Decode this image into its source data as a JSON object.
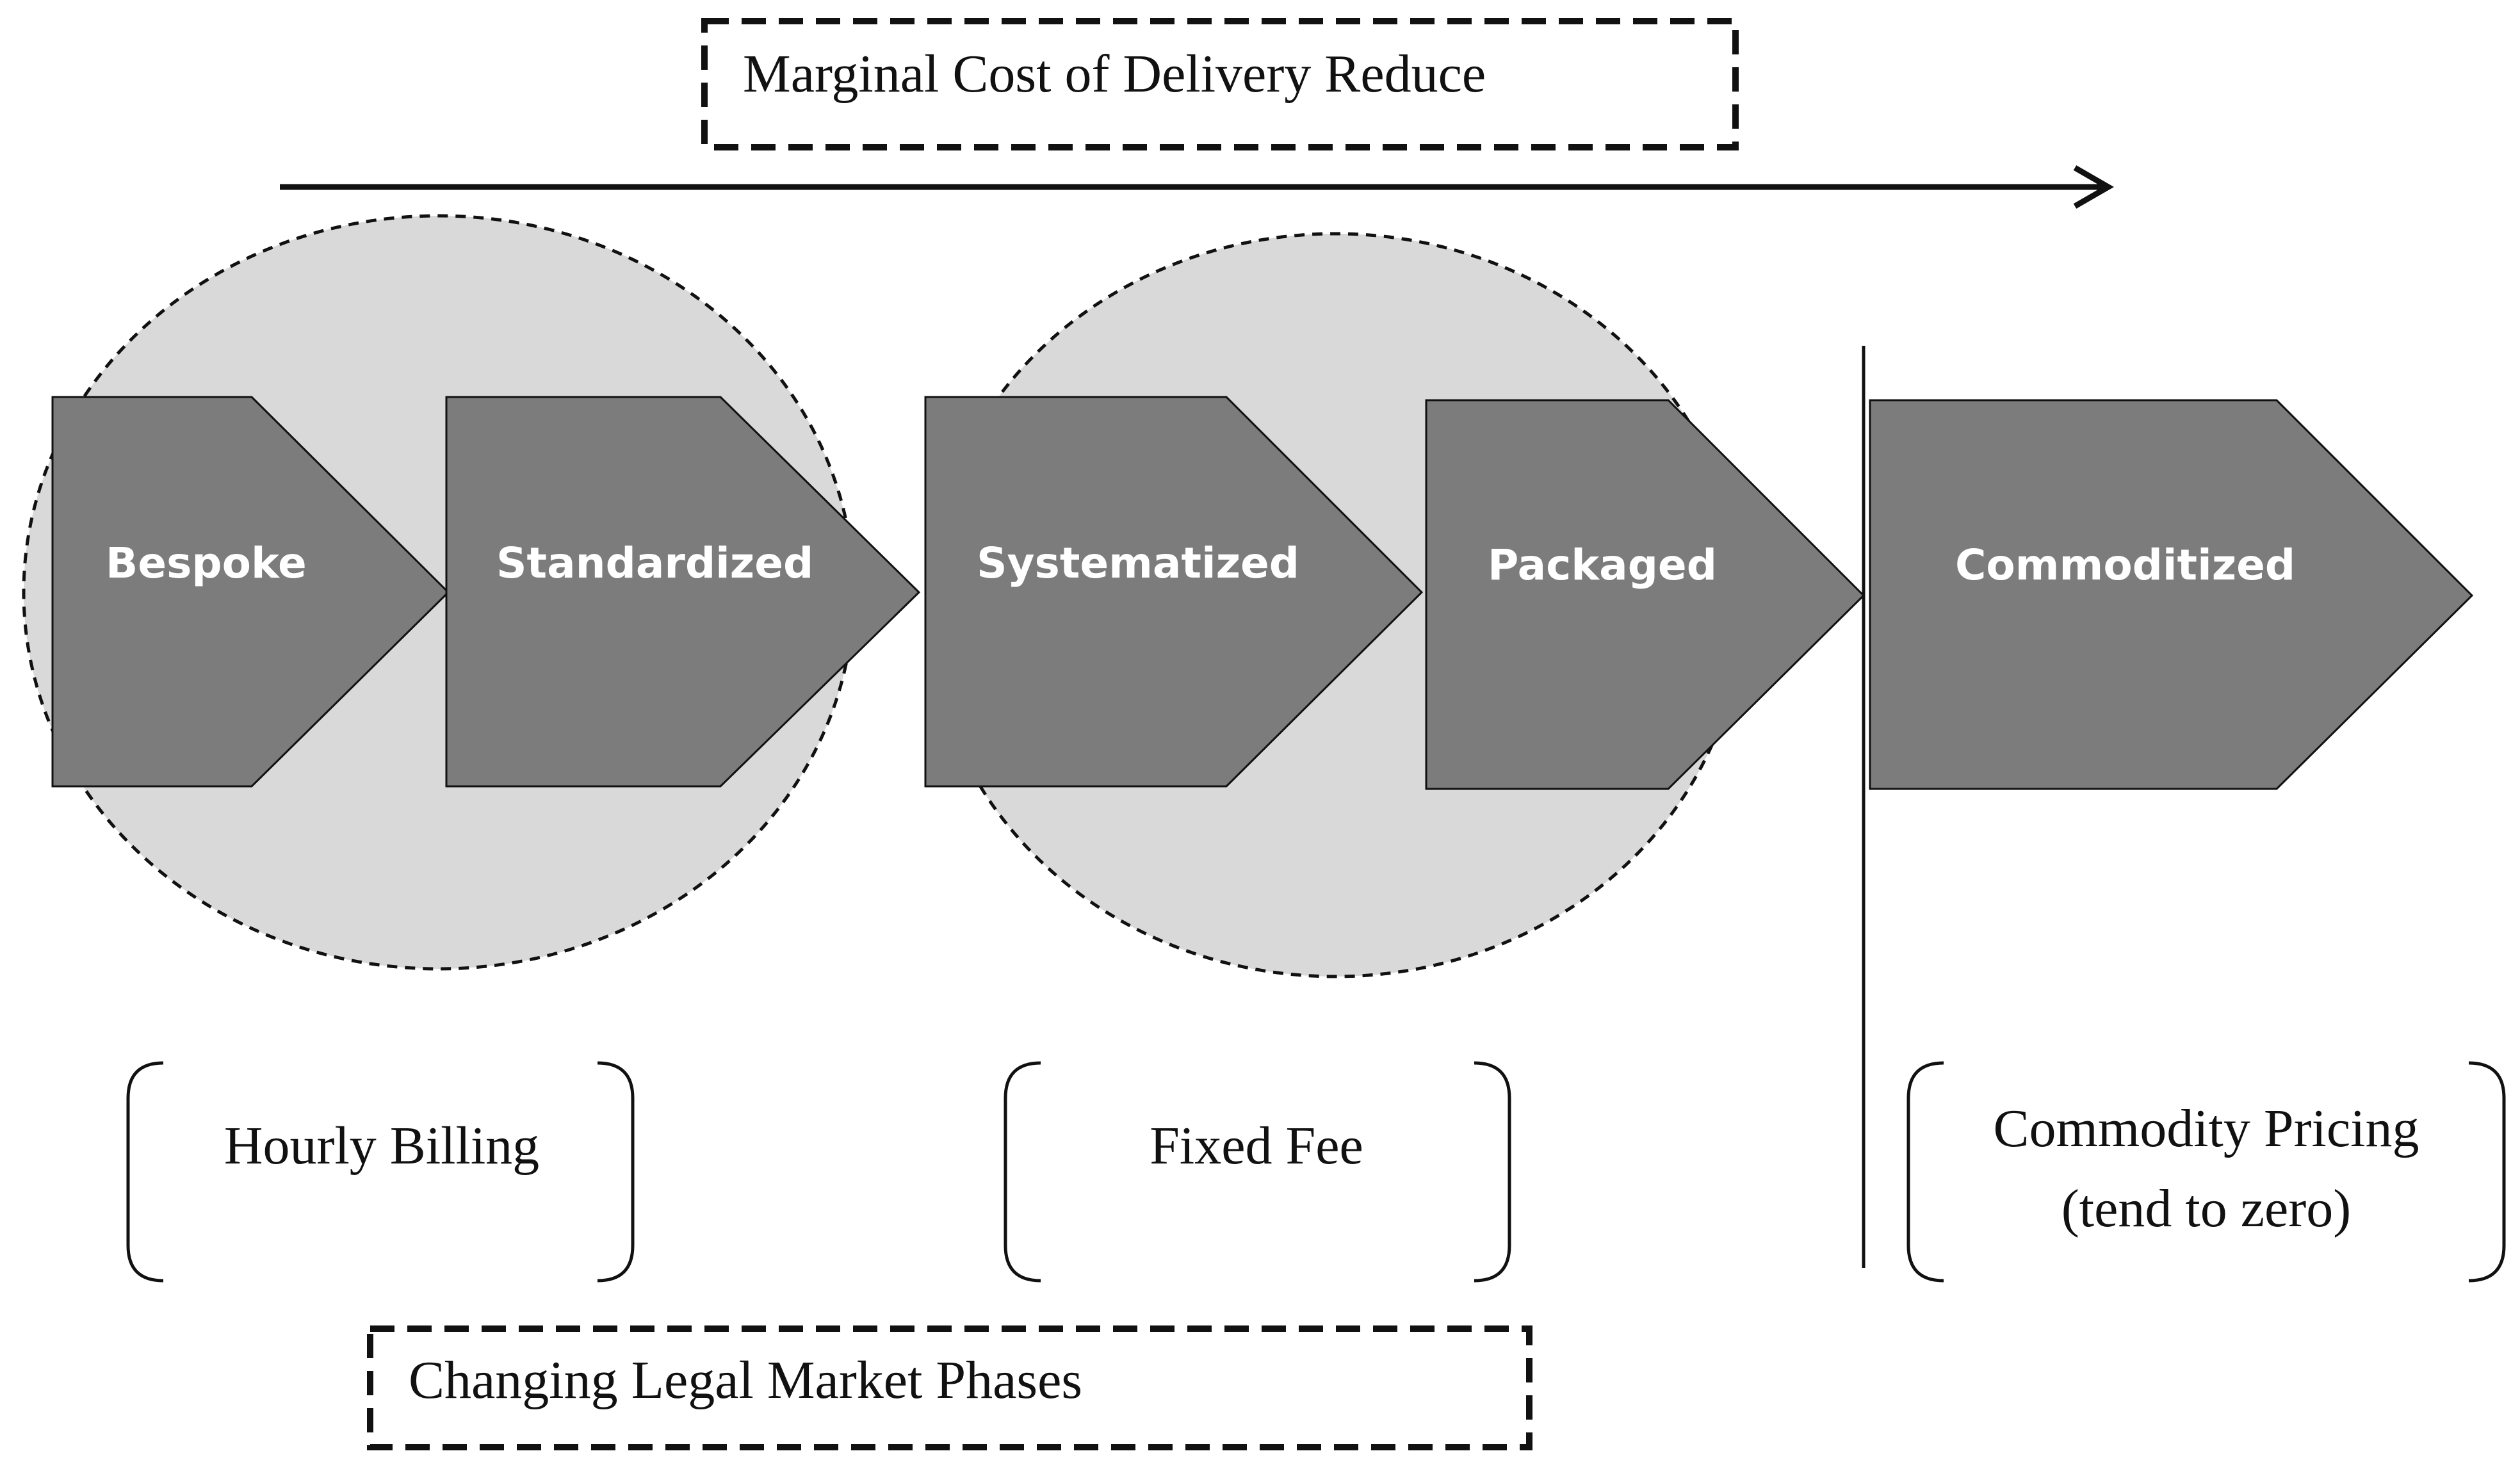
{
  "top_label": "Marginal Cost of Delivery Reduce",
  "bottom_label": "Changing Legal Market Phases",
  "phases": [
    {
      "label": "Bespoke"
    },
    {
      "label": "Standardized"
    },
    {
      "label": "Systematized"
    },
    {
      "label": "Packaged"
    },
    {
      "label": "Commoditized"
    }
  ],
  "pricing": [
    {
      "lines": [
        "Hourly Billing"
      ]
    },
    {
      "lines": [
        "Fixed Fee"
      ]
    },
    {
      "lines": [
        "Commodity Pricing",
        "(tend to zero)"
      ]
    }
  ],
  "colors": {
    "chevron_fill": "#7c7c7c",
    "circle_fill": "#d9d9d9",
    "line": "#111111"
  }
}
